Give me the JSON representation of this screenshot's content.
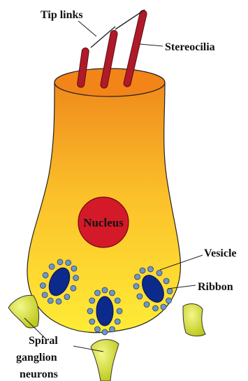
{
  "labels": {
    "tip_links": "Tip links",
    "stereocilia": "Stereocilia",
    "nucleus": "Nucleus",
    "vesicle": "Vesicle",
    "ribbon": "Ribbon",
    "spiral": "Spiral",
    "ganglion": "ganglion",
    "neurons": "neurons"
  },
  "colors": {
    "cell_top": "#f08c1e",
    "cell_bottom": "#ffe830",
    "stereocilia": "#b01a28",
    "nucleus": "#d41a28",
    "ribbon": "#0c2a8c",
    "vesicle": "#6f96c8",
    "neuron": "#dfe82a"
  }
}
